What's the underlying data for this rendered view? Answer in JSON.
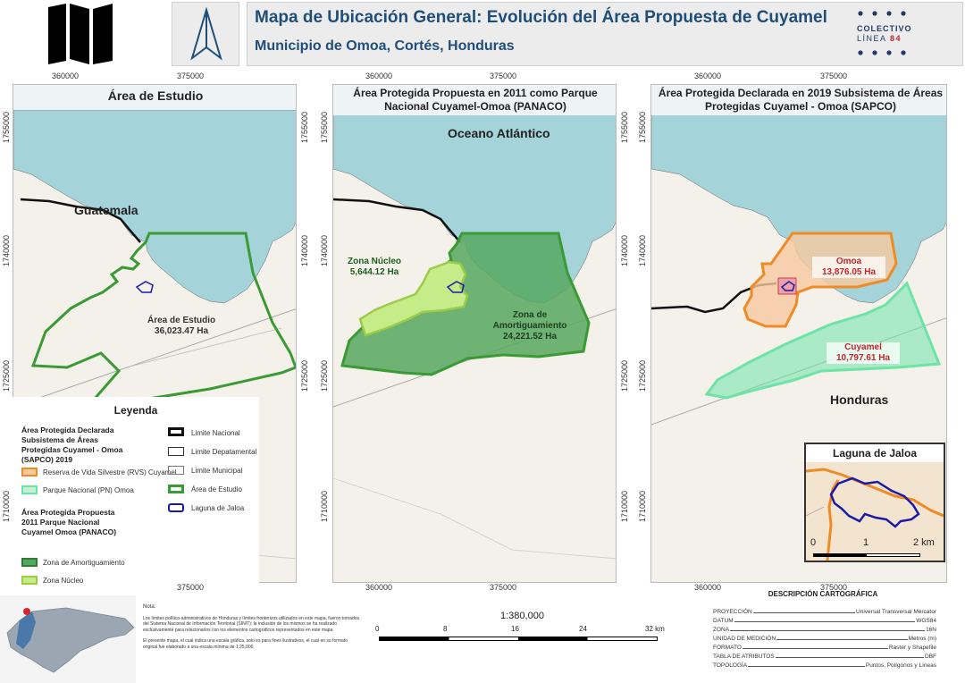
{
  "header": {
    "title": "Mapa de Ubicación General: Evolución del Área Propuesta de Cuyamel",
    "subtitle": "Municipio de Omoa, Cortés, Honduras",
    "logo_line1": "COLECTIVO",
    "logo_line2": "LÍNEA",
    "logo_num": "84"
  },
  "coords": {
    "x_top_1": "360000",
    "x_top_2": "375000",
    "x_bottom_1": "360000",
    "x_bottom_2": "375000",
    "y_1": "1755000",
    "y_2": "1740000",
    "y_3": "1725000",
    "y_4": "1710000",
    "panel1_bottom": "375000"
  },
  "panels": {
    "p1_title": "Área de Estudio",
    "p2_title": "Área Protegida Propuesta en 2011 como Parque Nacional Cuyamel-Omoa (PANACO)",
    "p3_title": "Área Protegida Declarada en 2019 Subsistema de Áreas Protegidas Cuyamel - Omoa (SAPCO)"
  },
  "labels": {
    "guatemala": "Guatemala",
    "oceano": "Oceano Atlántico",
    "honduras": "Honduras",
    "area_estudio_name": "Área de Estudio",
    "area_estudio_ha": "36,023.47 Ha",
    "zona_nucleo_name": "Zona Núcleo",
    "zona_nucleo_ha": "5,644.12 Ha",
    "zona_amort_name1": "Zona de",
    "zona_amort_name2": "Amortiguamiento",
    "zona_amort_ha": "24,221.52 Ha",
    "omoa_name": "Omoa",
    "omoa_ha": "13,876.05 Ha",
    "cuyamel_name": "Cuyamel",
    "cuyamel_ha": "10,797.61 Ha"
  },
  "inset": {
    "title": "Laguna de Jaloa",
    "scale_0": "0",
    "scale_1": "1",
    "scale_2": "2 km"
  },
  "legend": {
    "title": "Leyenda",
    "group1_head": "Área Protegida Declarada Subsistema de Áreas Protegidas Cuyamel - Omoa (SAPCO) 2019",
    "rvs": "Reserva de Vida Silvestre (RVS) Cuyamel",
    "pn": "Parque Nacional (PN) Omoa",
    "group2_head": "Área Protegida Propuesta 2011 Parque Nacional Cuyamel Omoa (PANACO)",
    "amort": "Zona de Amortiguamiento",
    "nucleo": "Zona Núcleo",
    "limite_nacional": "Limite Nacional",
    "limite_departamental": "Limite Depatamental",
    "limite_municipal": "Limite Municipal",
    "area_estudio": "Área de Estudio",
    "laguna": "Laguna de Jaloa"
  },
  "note": {
    "heading": "Nota:",
    "p1": "Los límites político-administrativos de Honduras y límites fronterizos utilizados en este mapa, fueron tomados del Sistema Nacional de Información Territorial (SINIT); la inclusión de los mismos se ha realizado exclusivamente para relacionarlos con los elementos cartográficos representados en este mapa.",
    "p2": "El presente mapa, el cual indica una escala gráfica, solo es para fines ilustrativos, el cual en su formato original fue elaborado a una escala mínima de 1:25,000."
  },
  "scale": {
    "ratio": "1:380,000",
    "t0": "0",
    "t1": "8",
    "t2": "16",
    "t3": "24",
    "t4": "32 km"
  },
  "descripcion": {
    "title": "DESCRIPCIÓN CARTOGRÁFICA",
    "rows": [
      {
        "key": "PROYECCIÓN",
        "value": "Universal Transversal Mercator"
      },
      {
        "key": "DATUM",
        "value": "WGS84"
      },
      {
        "key": "ZONA",
        "value": "16N"
      },
      {
        "key": "UNIDAD DE MEDICIÓN",
        "value": "Metros (m)"
      },
      {
        "key": "FORMATO",
        "value": "Raster y Shapefile"
      },
      {
        "key": "TABLA DE ATRIBUTOS",
        "value": "DBF"
      },
      {
        "key": "TOPOLOGÍA",
        "value": "Puntos, Polígonos y Líneas"
      }
    ]
  },
  "colors": {
    "ocean": "#a4d4da",
    "land": "#f3f1ea",
    "study_green": "#3a9a34",
    "amort_fill": "#56a85f",
    "nucleo_fill": "#c6ec8a",
    "omoa_orange": "#f08a24",
    "cuyamel_mint": "#6ee3a8",
    "laguna_blue": "#1a1aa8",
    "title_blue": "#1f4e79",
    "label_red": "#c0272d"
  }
}
